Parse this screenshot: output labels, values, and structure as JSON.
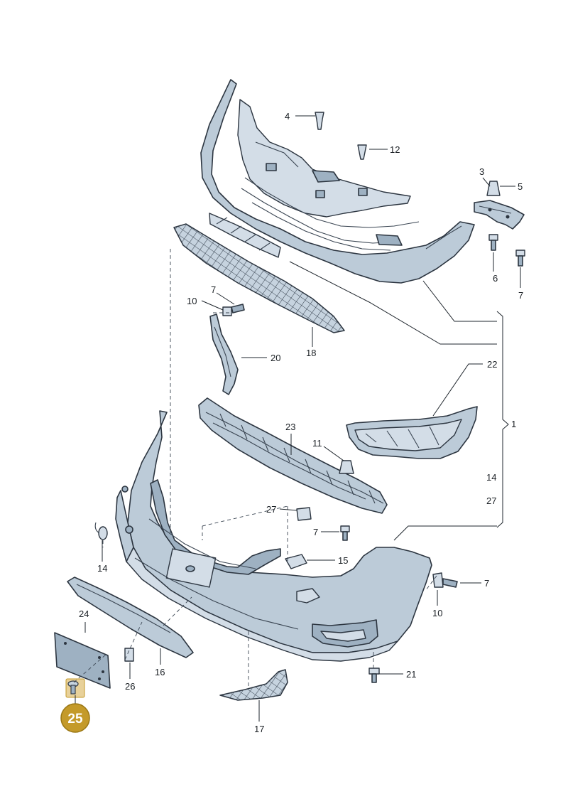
{
  "colors": {
    "part_fill": "#bccbd8",
    "part_stroke": "#2c3540",
    "highlight_fill": "#c49a2a",
    "highlight_box": "#e8d19a"
  },
  "highlight": {
    "label": "25"
  },
  "callouts": [
    {
      "key": "c1",
      "label": "1"
    },
    {
      "key": "c3",
      "label": "3"
    },
    {
      "key": "c4",
      "label": "4"
    },
    {
      "key": "c5",
      "label": "5"
    },
    {
      "key": "c6",
      "label": "6"
    },
    {
      "key": "c7a",
      "label": "7"
    },
    {
      "key": "c7b",
      "label": "7"
    },
    {
      "key": "c7c",
      "label": "7"
    },
    {
      "key": "c7d",
      "label": "7"
    },
    {
      "key": "c10a",
      "label": "10"
    },
    {
      "key": "c10b",
      "label": "10"
    },
    {
      "key": "c11",
      "label": "11"
    },
    {
      "key": "c12",
      "label": "12"
    },
    {
      "key": "c14a",
      "label": "14"
    },
    {
      "key": "c14b",
      "label": "14"
    },
    {
      "key": "c15",
      "label": "15"
    },
    {
      "key": "c16",
      "label": "16"
    },
    {
      "key": "c17",
      "label": "17"
    },
    {
      "key": "c18",
      "label": "18"
    },
    {
      "key": "c20",
      "label": "20"
    },
    {
      "key": "c21",
      "label": "21"
    },
    {
      "key": "c22",
      "label": "22"
    },
    {
      "key": "c23",
      "label": "23"
    },
    {
      "key": "c24",
      "label": "24"
    },
    {
      "key": "c26",
      "label": "26"
    },
    {
      "key": "c27a",
      "label": "27"
    },
    {
      "key": "c27b",
      "label": "27"
    }
  ]
}
